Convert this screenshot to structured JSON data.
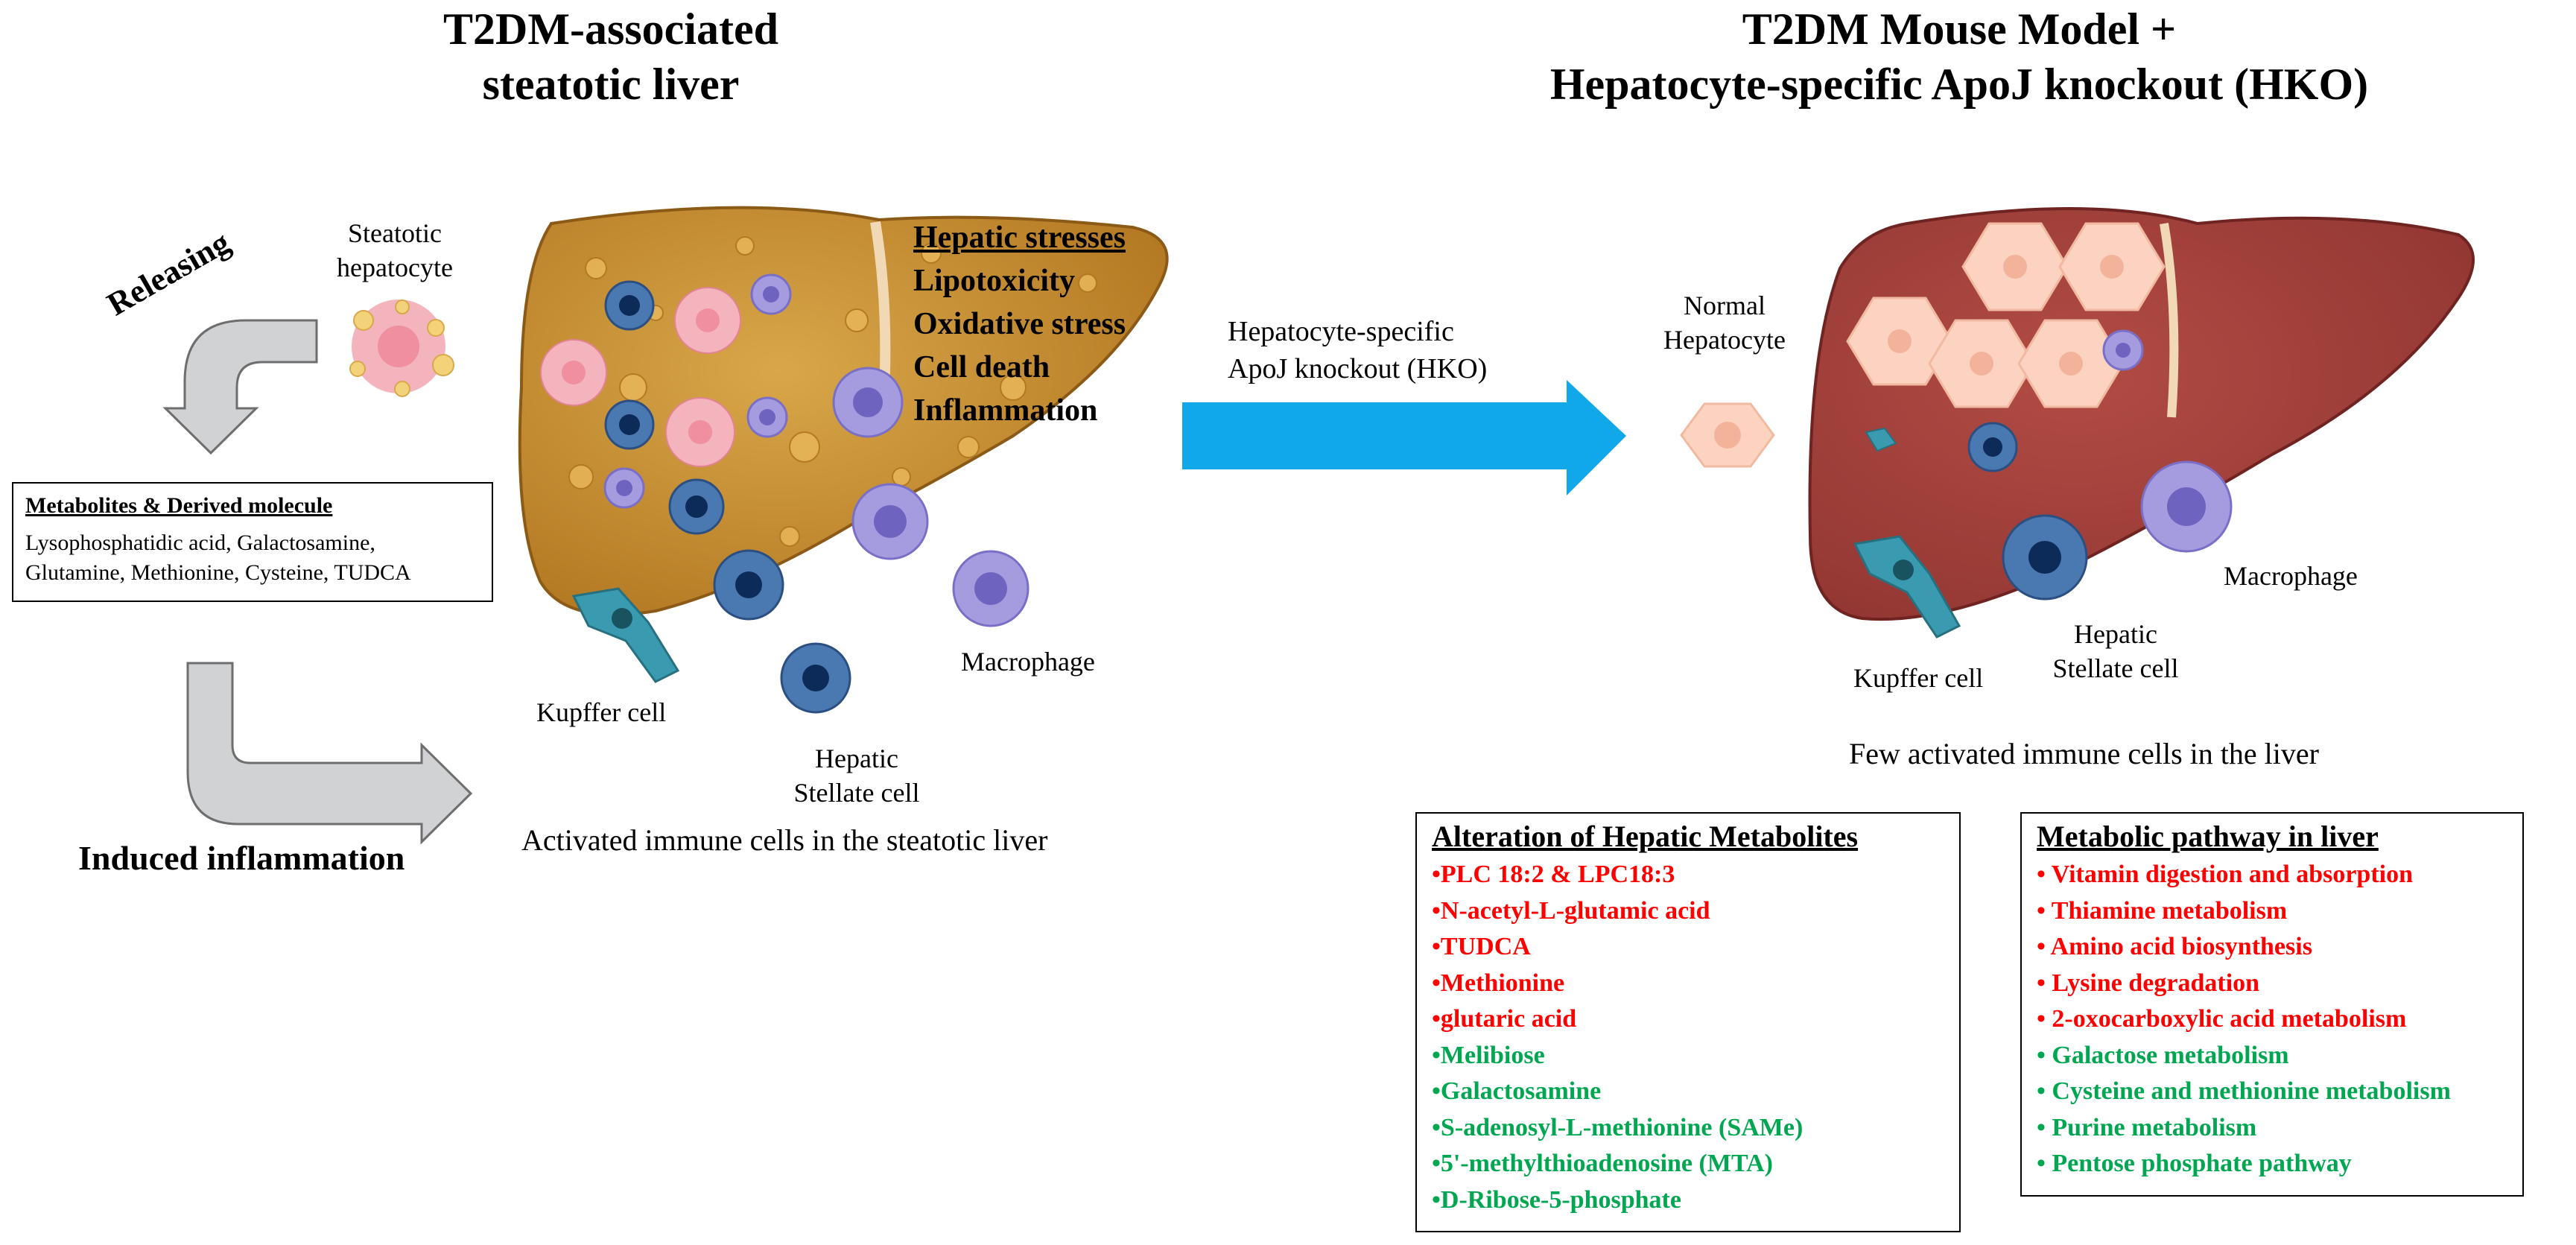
{
  "left_title": [
    "T2DM-associated",
    "steatotic liver"
  ],
  "right_title": [
    "T2DM Mouse Model +",
    "Hepatocyte-specific ApoJ knockout (HKO)"
  ],
  "steatotic_hepatocyte_label": [
    "Steatotic",
    "hepatocyte"
  ],
  "releasing_label": "Releasing",
  "metabolites_box": {
    "heading": "Metabolites & Derived molecule",
    "lines": [
      "Lysophosphatidic acid, Galactosamine,",
      "Glutamine, Methionine, Cysteine, TUDCA"
    ]
  },
  "induced_inflammation_label": "Induced inflammation",
  "hepatic_stresses": {
    "heading": "Hepatic stresses",
    "items": [
      "Lipotoxicity",
      "Oxidative stress",
      "Cell death",
      "Inflammation"
    ]
  },
  "left_cell_labels": {
    "kupffer": "Kupffer cell",
    "stellate": [
      "Hepatic",
      "Stellate cell"
    ],
    "macrophage": "Macrophage"
  },
  "left_caption": "Activated immune cells in the steatotic liver",
  "hko_arrow_label": [
    "Hepatocyte-specific",
    "ApoJ knockout (HKO)"
  ],
  "normal_hepatocyte_label": [
    "Normal",
    "Hepatocyte"
  ],
  "right_cell_labels": {
    "kupffer": "Kupffer cell",
    "stellate": [
      "Hepatic",
      "Stellate cell"
    ],
    "macrophage": "Macrophage"
  },
  "right_caption": "Few activated immune cells in the liver",
  "alteration_box": {
    "heading": "Alteration of Hepatic Metabolites",
    "items": [
      {
        "text": "•PLC 18:2 & LPC18:3",
        "status": "red"
      },
      {
        "text": "•N-acetyl-L-glutamic acid",
        "status": "red"
      },
      {
        "text": "•TUDCA",
        "status": "red"
      },
      {
        "text": "•Methionine",
        "status": "red"
      },
      {
        "text": "•glutaric acid",
        "status": "red"
      },
      {
        "text": "•Melibiose",
        "status": "green"
      },
      {
        "text": "•Galactosamine",
        "status": "green"
      },
      {
        "text": "•S-adenosyl-L-methionine (SAMe)",
        "status": "green"
      },
      {
        "text": "•5'-methylthioadenosine (MTA)",
        "status": "green"
      },
      {
        "text": "•D-Ribose-5-phosphate",
        "status": "green"
      }
    ]
  },
  "pathway_box": {
    "heading": "Metabolic pathway in liver",
    "items": [
      {
        "text": "• Vitamin digestion and absorption",
        "status": "red"
      },
      {
        "text": "• Thiamine metabolism",
        "status": "red"
      },
      {
        "text": "• Amino acid biosynthesis",
        "status": "red"
      },
      {
        "text": "• Lysine degradation",
        "status": "red"
      },
      {
        "text": "• 2-oxocarboxylic acid metabolism",
        "status": "red"
      },
      {
        "text": "• Galactose metabolism",
        "status": "green"
      },
      {
        "text": "• Cysteine and methionine metabolism",
        "status": "green"
      },
      {
        "text": "• Purine metabolism",
        "status": "green"
      },
      {
        "text": "• Pentose phosphate pathway",
        "status": "green"
      }
    ]
  },
  "colors": {
    "red": "#ff0000",
    "green": "#00a650",
    "arrow_blue": "#10a8e8",
    "gray_arrow": "#d0d2d4",
    "steatotic_liver": "#c38a2e",
    "healthy_liver": "#a5433f"
  }
}
